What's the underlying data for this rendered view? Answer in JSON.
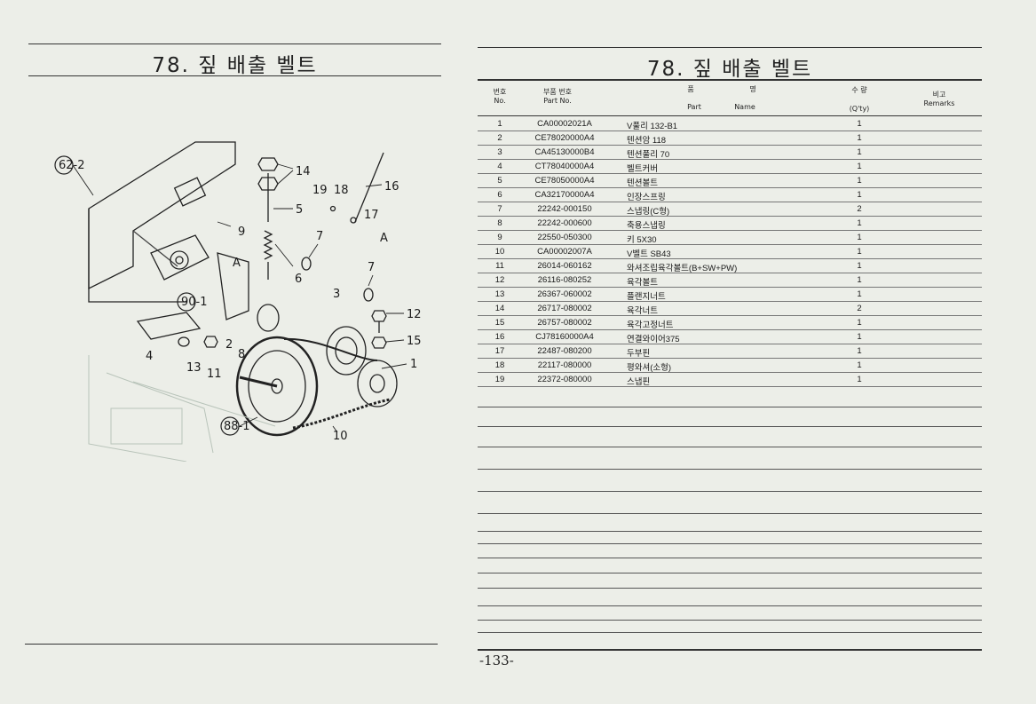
{
  "left_page": {
    "title": "78. 짚 배출 벨트",
    "labels": [
      "62-2",
      "14",
      "19",
      "18",
      "16",
      "5",
      "17",
      "9",
      "7",
      "A",
      "A",
      "6",
      "7",
      "90-1",
      "3",
      "12",
      "15",
      "4",
      "2",
      "8",
      "13",
      "11",
      "1",
      "88-1",
      "10"
    ]
  },
  "right_page": {
    "title": "78. 짚 배출 벨트",
    "headers": {
      "no_ko": "번호",
      "no_en": "No.",
      "part_ko": "부품 번호",
      "part_en": "Part No.",
      "name_ko_1": "품",
      "name_ko_2": "명",
      "name_en_1": "Part",
      "name_en_2": "Name",
      "qty_ko": "수 량",
      "qty_en": "(Q'ty)",
      "remarks_ko": "비고",
      "remarks_en": "Remarks"
    },
    "rows": [
      {
        "no": "1",
        "part": "CA00002021A",
        "name": "V풀리 132-B1",
        "qty": "1"
      },
      {
        "no": "2",
        "part": "CE78020000A4",
        "name": "텐션암 118",
        "qty": "1"
      },
      {
        "no": "3",
        "part": "CA45130000B4",
        "name": "텐션풀리 70",
        "qty": "1"
      },
      {
        "no": "4",
        "part": "CT78040000A4",
        "name": "벨트커버",
        "qty": "1"
      },
      {
        "no": "5",
        "part": "CE78050000A4",
        "name": "텐션볼트",
        "qty": "1"
      },
      {
        "no": "6",
        "part": "CA32170000A4",
        "name": "인장스프링",
        "qty": "1"
      },
      {
        "no": "7",
        "part": "22242-000150",
        "name": "스냅링(C형)",
        "qty": "2"
      },
      {
        "no": "8",
        "part": "22242-000600",
        "name": "축용스냅링",
        "qty": "1"
      },
      {
        "no": "9",
        "part": "22550-050300",
        "name": "키 5X30",
        "qty": "1"
      },
      {
        "no": "10",
        "part": "CA00002007A",
        "name": "V벨트 SB43",
        "qty": "1"
      },
      {
        "no": "11",
        "part": "26014-060162",
        "name": "와셔조립육각볼트(B+SW+PW)",
        "qty": "1"
      },
      {
        "no": "12",
        "part": "26116-080252",
        "name": "육각볼트",
        "qty": "1"
      },
      {
        "no": "13",
        "part": "26367-060002",
        "name": "플랜지너트",
        "qty": "1"
      },
      {
        "no": "14",
        "part": "26717-080002",
        "name": "육각너트",
        "qty": "2"
      },
      {
        "no": "15",
        "part": "26757-080002",
        "name": "육각고정너트",
        "qty": "1"
      },
      {
        "no": "16",
        "part": "CJ78160000A4",
        "name": "연결와이어375",
        "qty": "1"
      },
      {
        "no": "17",
        "part": "22487-080200",
        "name": "두부핀",
        "qty": "1"
      },
      {
        "no": "18",
        "part": "22117-080000",
        "name": "평와셔(소형)",
        "qty": "1"
      },
      {
        "no": "19",
        "part": "22372-080000",
        "name": "스냅핀",
        "qty": "1"
      }
    ],
    "page_number": "-133-"
  }
}
